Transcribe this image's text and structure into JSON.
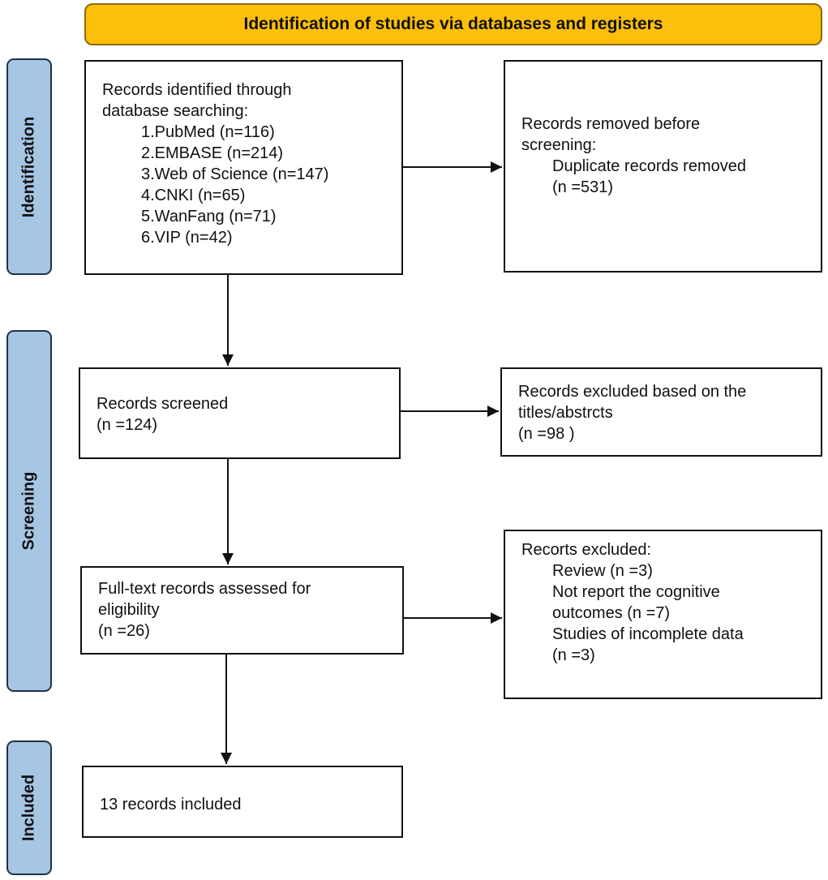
{
  "header": {
    "title": "Identification of studies via databases and registers"
  },
  "stages": {
    "identification": "Identification",
    "screening": "Screening",
    "included": "Included"
  },
  "boxes": {
    "identified": {
      "lines": [
        "Records identified through",
        "database searching:",
        "1.PubMed (n=116)",
        "2.EMBASE (n=214)",
        "3.Web of Science (n=147)",
        "4.CNKI (n=65)",
        "5.WanFang (n=71)",
        "6.VIP (n=42)"
      ]
    },
    "removed": {
      "lines": [
        "Records removed before",
        "screening:",
        "Duplicate records removed",
        "(n =531)"
      ]
    },
    "screened": {
      "lines": [
        "Records screened",
        "(n =124)"
      ]
    },
    "excluded_titles": {
      "lines": [
        "Records excluded based on the",
        "titles/abstrcts",
        "(n =98 )"
      ]
    },
    "fulltext": {
      "lines": [
        "Full-text records assessed for",
        "eligibility",
        "(n =26)"
      ]
    },
    "excluded_reports": {
      "lines": [
        "Recorts excluded:",
        "Review  (n =3)",
        "Not report the cognitive",
        "outcomes (n =7)",
        "Studies of incomplete data",
        "(n =3)"
      ]
    },
    "included": {
      "lines": [
        "13 records included"
      ]
    }
  },
  "colors": {
    "header_fill": "#fcbf0a",
    "stage_fill": "#a6c6e4",
    "stroke": "#111111"
  }
}
